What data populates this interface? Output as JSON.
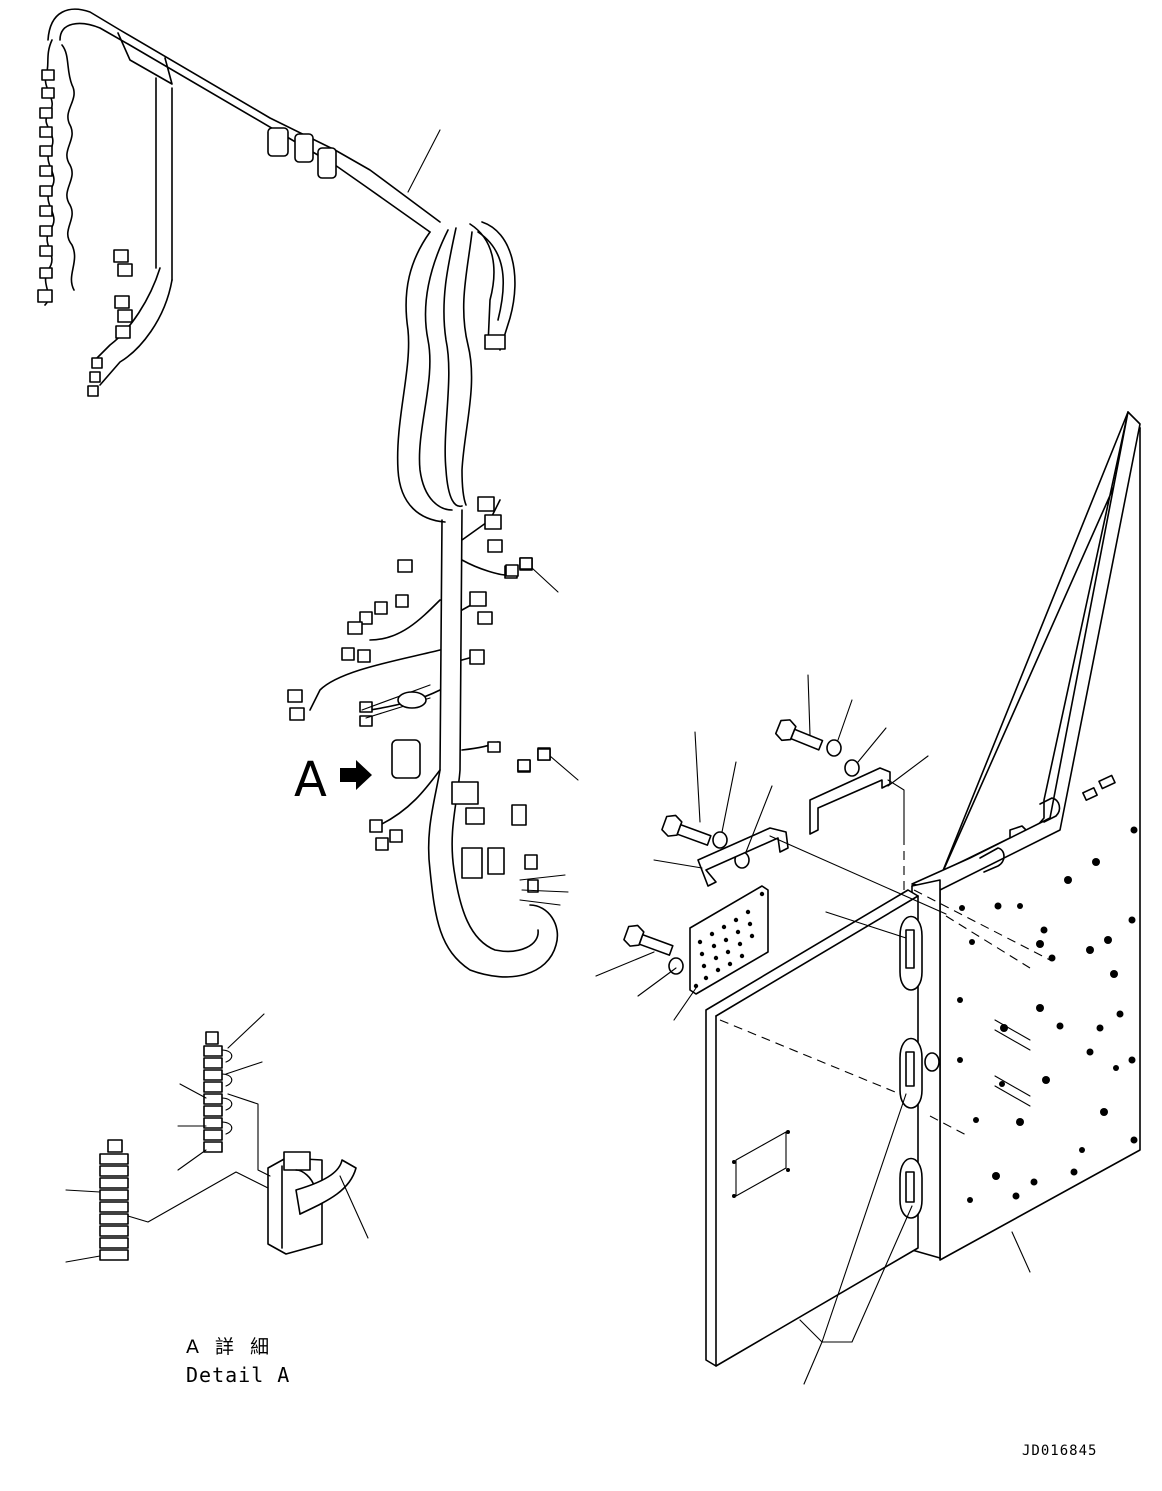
{
  "view_marker": {
    "letter": "A"
  },
  "detail": {
    "title_jp": "A 詳 細",
    "title_en": "Detail A"
  },
  "drawing_number": "JD016845",
  "style": {
    "line_color": "#000000",
    "background": "#ffffff"
  }
}
